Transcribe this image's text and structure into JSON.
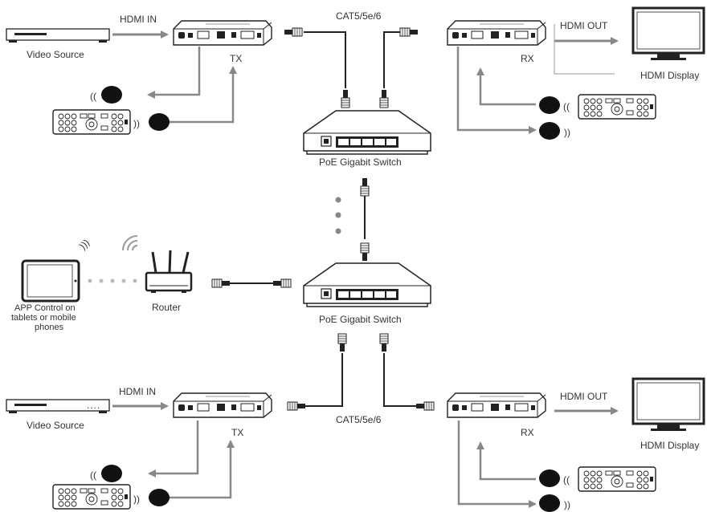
{
  "labels": {
    "hdmi_in": "HDMI IN",
    "hdmi_out": "HDMI OUT",
    "video_source": "Video Source",
    "tx": "TX",
    "rx": "RX",
    "cat": "CAT5/5e/6",
    "hdmi_display": "HDMI Display",
    "switch": "PoE Gigabit Switch",
    "router": "Router",
    "app_line1": "APP Control on",
    "app_line2": "tablets or mobile",
    "app_line3": "phones"
  }
}
